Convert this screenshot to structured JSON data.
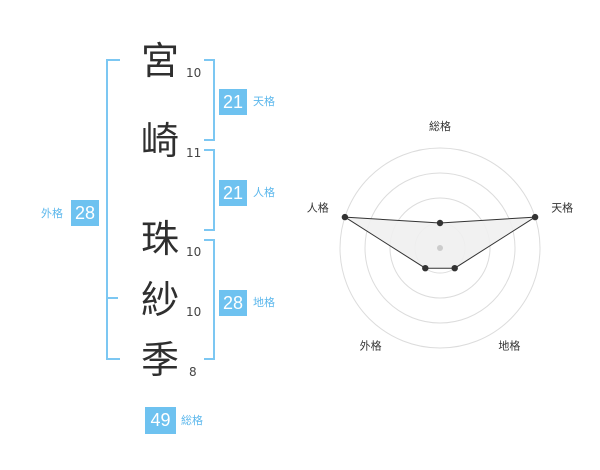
{
  "name": {
    "chars": [
      {
        "char": "宮",
        "strokes": "10"
      },
      {
        "char": "崎",
        "strokes": "11"
      },
      {
        "char": "珠",
        "strokes": "10"
      },
      {
        "char": "紗",
        "strokes": "10"
      },
      {
        "char": "季",
        "strokes": "8"
      }
    ]
  },
  "kakusu": {
    "tenkaku": {
      "value": "21",
      "label": "天格"
    },
    "jinkaku": {
      "value": "21",
      "label": "人格"
    },
    "chikaku": {
      "value": "28",
      "label": "地格"
    },
    "gaikaku": {
      "value": "28",
      "label": "外格"
    },
    "soukaku": {
      "value": "49",
      "label": "総格"
    }
  },
  "colors": {
    "accent": "#6ec2f0",
    "bracket": "#7cc7f2",
    "text": "#2f2f2f"
  },
  "chart_data": {
    "type": "radar",
    "categories": [
      "総格",
      "天格",
      "地格",
      "外格",
      "人格"
    ],
    "values": [
      1,
      4,
      1,
      1,
      4
    ],
    "rmax": 4,
    "ring_count": 4,
    "grid": true,
    "fill_color": "#f0f0f0",
    "line_color": "#333333"
  }
}
